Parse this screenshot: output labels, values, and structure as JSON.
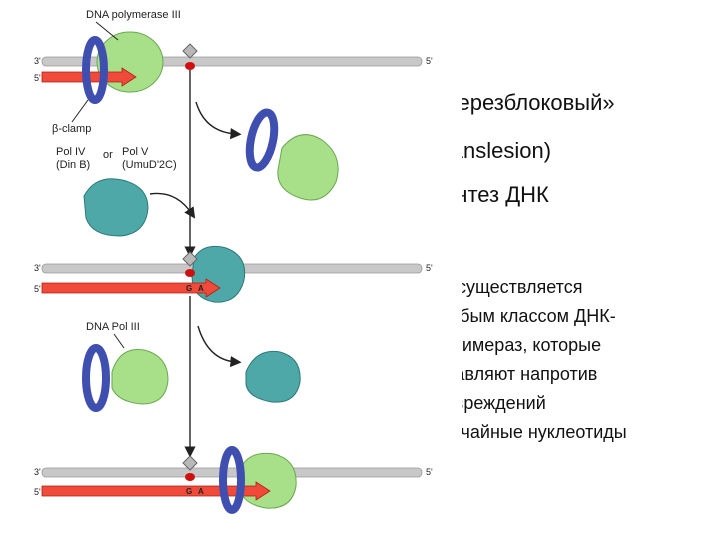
{
  "diagram": {
    "labels": {
      "pol3_top": "DNA polymerase III",
      "beta_clamp": "β-clamp",
      "pol4_line1": "Pol IV",
      "pol4_line2": "(Din B)",
      "or": "or",
      "pol5_line1": "Pol V",
      "pol5_line2": "(UmuD'2C)",
      "pol3_bottom": "DNA Pol III",
      "end3": "3'",
      "end5": "5'",
      "g": "G",
      "a": "A"
    },
    "colors": {
      "template": "#c8c8c8",
      "primer": "#ef4a3a",
      "clamp": "#3f4fb0",
      "pol3": "#a8e08a",
      "pol_tls": "#4fa8a8",
      "lesion": "#d01010"
    }
  },
  "text": {
    "line1": "«Перерезблоковый»",
    "line2": "(translesion)",
    "line3": "синтез ДНК",
    "para": [
      "осуществляется",
      "особым классом ДНК-",
      "полимераз, которые",
      "вставляют напротив",
      "повреждений",
      "случайные нуклеотиды"
    ]
  }
}
